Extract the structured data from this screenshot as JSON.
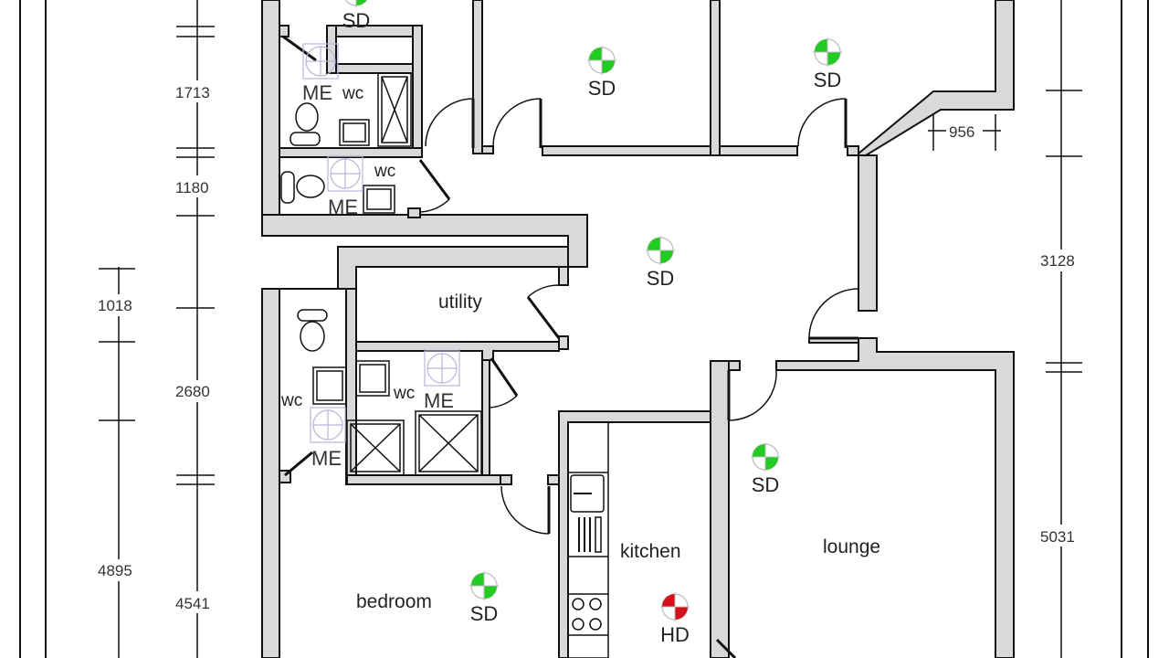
{
  "rooms": {
    "utility": "utility",
    "kitchen": "kitchen",
    "lounge": "lounge",
    "bedroom": "bedroom"
  },
  "fixtures": {
    "wc_1": "wc",
    "wc_2": "wc",
    "wc_3": "wc",
    "wc_4": "wc"
  },
  "equipment": {
    "me_1": "ME",
    "me_2": "ME",
    "me_3": "ME",
    "me_4": "ME"
  },
  "detectors": [
    {
      "label": "SD",
      "type": "smoke",
      "color": "#22cc22"
    },
    {
      "label": "SD",
      "type": "smoke",
      "color": "#22cc22"
    },
    {
      "label": "SD",
      "type": "smoke",
      "color": "#22cc22"
    },
    {
      "label": "SD",
      "type": "smoke",
      "color": "#22cc22"
    },
    {
      "label": "SD",
      "type": "smoke",
      "color": "#22cc22"
    },
    {
      "label": "SD",
      "type": "smoke",
      "color": "#22cc22"
    },
    {
      "label": "HD",
      "type": "heat",
      "color": "#d4111a"
    }
  ],
  "dimensions": {
    "left_outer": [
      "1018",
      "4895"
    ],
    "left_inner": [
      "1713",
      "1180",
      "2680",
      "4541"
    ],
    "right": [
      "3128",
      "5031"
    ],
    "top_right": "956"
  },
  "colors": {
    "wall_fill": "#d9d9d9",
    "smoke_detector": "#22cc22",
    "heat_detector": "#d4111a",
    "me_symbol": "#b9b4dc"
  }
}
